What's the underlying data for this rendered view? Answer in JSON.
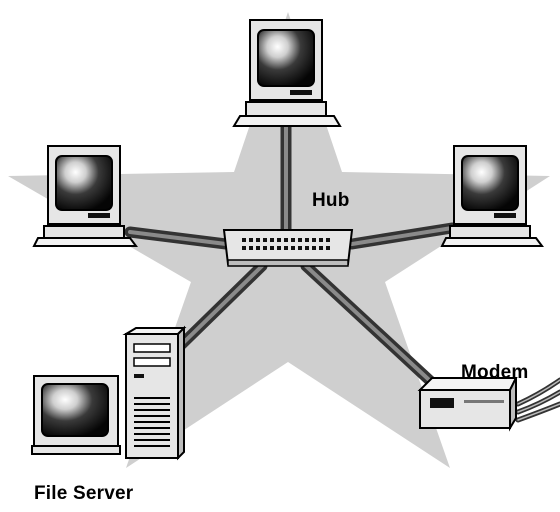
{
  "diagram": {
    "labels": {
      "hub": "Hub",
      "modem": "Modem",
      "file_server": "File Server"
    },
    "colors": {
      "star": "#cfcfcf",
      "cable": "#444444",
      "device_body": "#e6e6e6",
      "outline": "#000000",
      "screen": "#111111"
    },
    "icons": [
      "computer-icon",
      "hub-icon",
      "file-server-icon",
      "modem-icon"
    ]
  }
}
